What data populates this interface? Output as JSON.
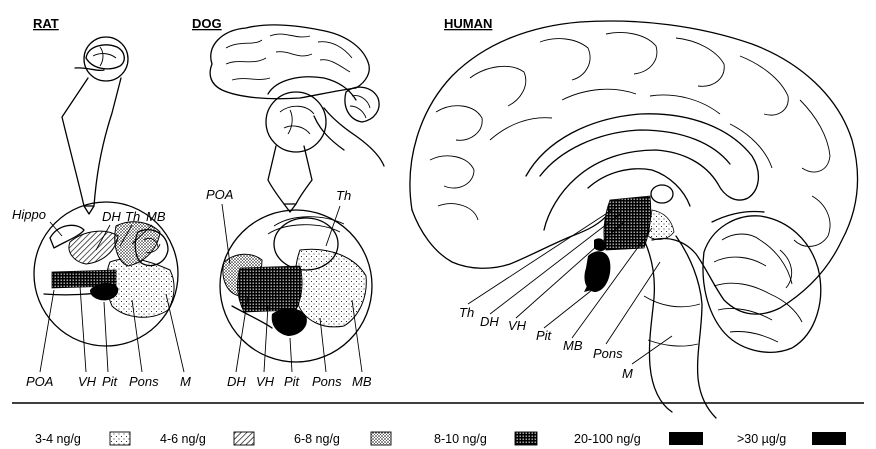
{
  "species": {
    "rat": {
      "title": "RAT",
      "top_labels": [
        "Hippo",
        "DH",
        "Th",
        "MB"
      ],
      "bottom_labels": [
        "POA",
        "VH",
        "Pit",
        "Pons",
        "M"
      ]
    },
    "dog": {
      "title": "DOG",
      "top_labels": [
        "POA",
        "Th"
      ],
      "bottom_labels": [
        "DH",
        "VH",
        "Pit",
        "Pons",
        "MB"
      ]
    },
    "human": {
      "title": "HUMAN",
      "labels": [
        "Th",
        "DH",
        "VH",
        "Pit",
        "MB",
        "Pons",
        "M"
      ]
    }
  },
  "legend": [
    {
      "label": "3-4 ng/g",
      "pattern": "light-dots"
    },
    {
      "label": "4-6 ng/g",
      "pattern": "diagonal-hatch"
    },
    {
      "label": "6-8 ng/g",
      "pattern": "dense-dots"
    },
    {
      "label": "8-10 ng/g",
      "pattern": "crosshatch"
    },
    {
      "label": "20-100 ng/g",
      "pattern": "solid-black"
    },
    {
      "label": ">30 µg/g",
      "pattern": "solid-black"
    }
  ]
}
